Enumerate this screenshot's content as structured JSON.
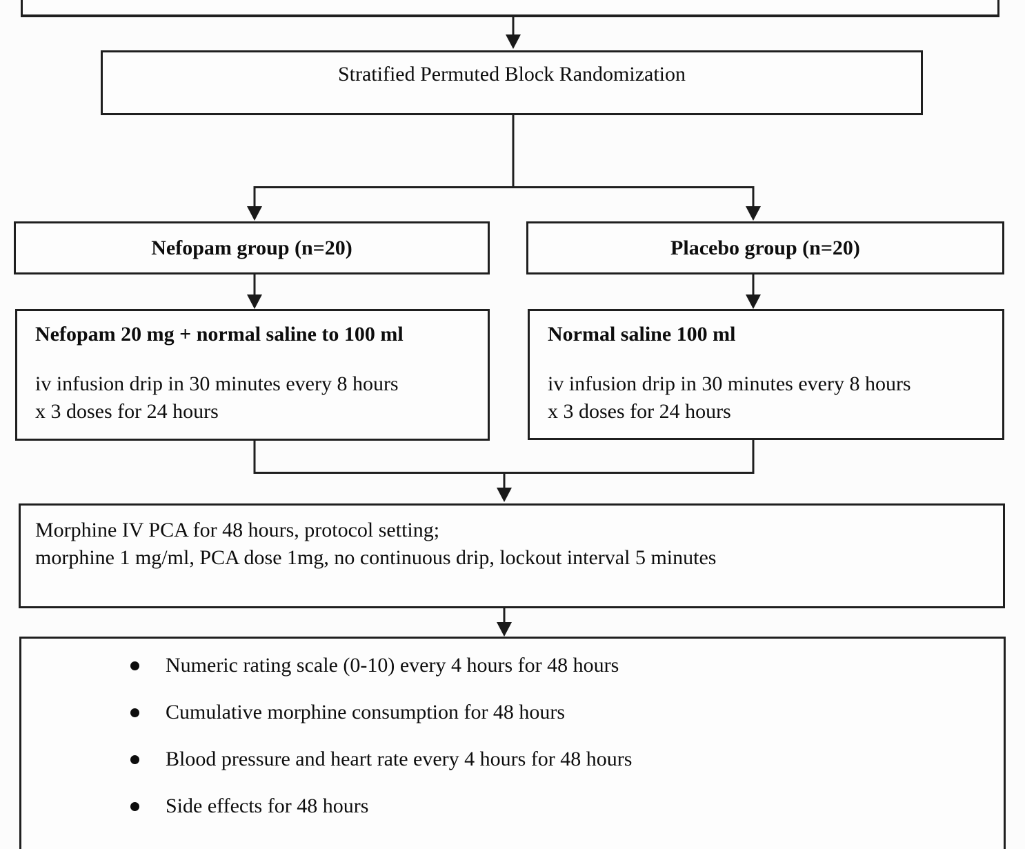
{
  "flowchart": {
    "top_box": {
      "visible_text": ""
    },
    "randomization_box": {
      "label": "Stratified Permuted Block Randomization"
    },
    "group_boxes": [
      {
        "label": "Nefopam group (n=20)"
      },
      {
        "label": "Placebo group (n=20)"
      }
    ],
    "intervention_boxes": [
      {
        "title": "Nefopam 20 mg + normal saline to 100 ml",
        "detail_line1": "iv infusion drip in 30 minutes every 8 hours",
        "detail_line2": "x 3 doses for 24 hours"
      },
      {
        "title": "Normal saline 100 ml",
        "detail_line1": "iv infusion drip in 30 minutes every 8 hours",
        "detail_line2": "x 3 doses for 24 hours"
      }
    ],
    "pca_box": {
      "line1": "Morphine IV PCA for 48 hours, protocol setting;",
      "line2": "morphine 1 mg/ml, PCA dose 1mg, no continuous drip, lockout interval 5 minutes"
    },
    "outcomes_box": {
      "bullets": [
        "Numeric rating scale (0-10) every 4 hours for 48 hours",
        "Cumulative morphine consumption for 48 hours",
        "Blood pressure and heart rate every 4 hours for 48 hours",
        "Side effects for 48 hours"
      ]
    },
    "colors": {
      "background": "#fcfcfc",
      "box_fill": "#fdfdfd",
      "border": "#1f1f1f",
      "text": "#0d0d0d"
    }
  }
}
